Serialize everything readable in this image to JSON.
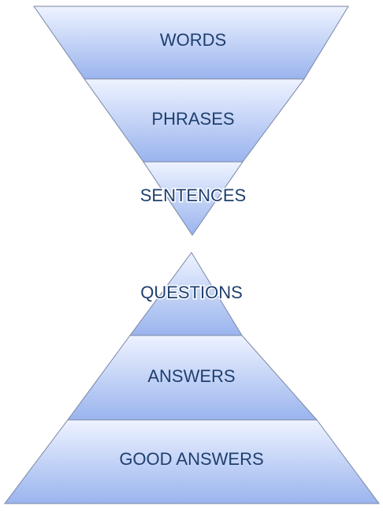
{
  "diagram": {
    "funnel": {
      "segments": [
        {
          "label": "WORDS"
        },
        {
          "label": "PHRASES"
        },
        {
          "label": "SENTENCES"
        }
      ]
    },
    "pyramid": {
      "segments": [
        {
          "label": "QUESTIONS"
        },
        {
          "label": "ANSWERS"
        },
        {
          "label": "GOOD ANSWERS"
        }
      ]
    },
    "colors": {
      "fill_top": "#eef3ff",
      "fill_bottom": "#9ab4ee",
      "stroke": "#7a86a6",
      "text": "#1f3f6e"
    }
  }
}
